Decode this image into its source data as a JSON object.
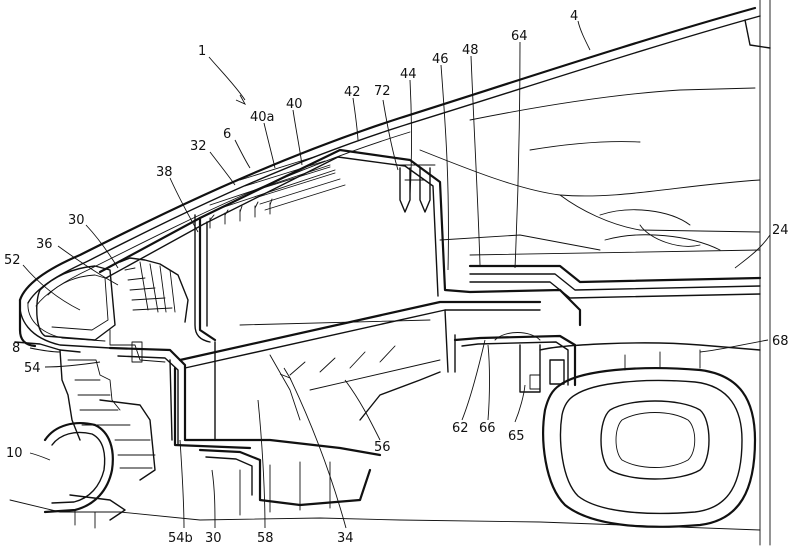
{
  "figure": {
    "labels": {
      "l1": "1",
      "l4": "4",
      "l6": "6",
      "l8": "8",
      "l10": "10",
      "l24": "24",
      "l30a": "30",
      "l30b": "30",
      "l32": "32",
      "l34": "34",
      "l36": "36",
      "l38": "38",
      "l40": "40",
      "l40a": "40a",
      "l42": "42",
      "l44": "44",
      "l46": "46",
      "l48": "48",
      "l52": "52",
      "l54": "54",
      "l54b": "54b",
      "l56": "56",
      "l58": "58",
      "l62": "62",
      "l64": "64",
      "l65": "65",
      "l66": "66",
      "l68": "68",
      "l72": "72"
    }
  }
}
